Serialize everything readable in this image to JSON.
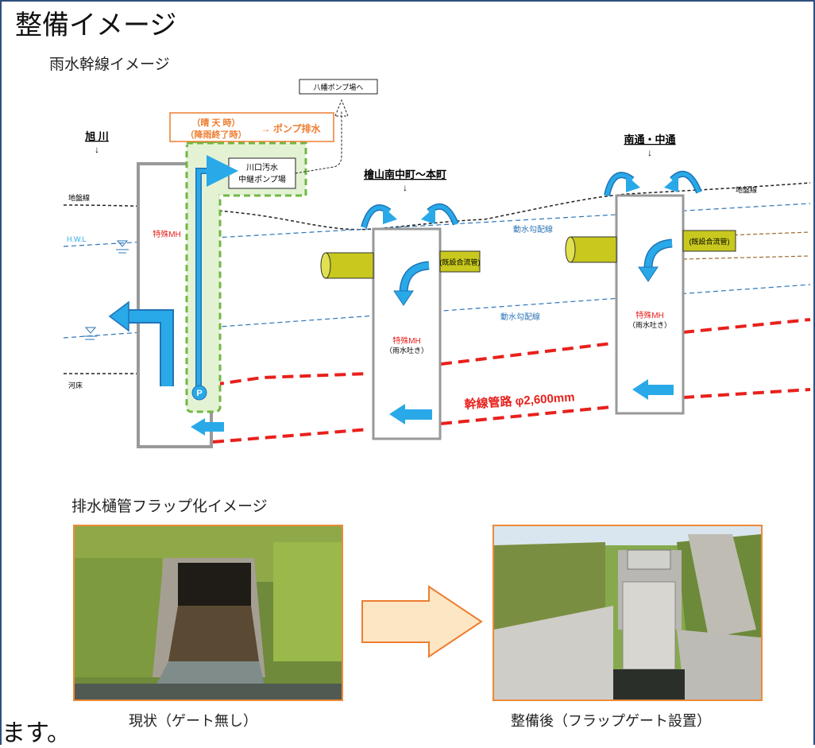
{
  "page": {
    "title": "整備イメージ",
    "subtitle_trunk": "雨水幹線イメージ",
    "subtitle_flap": "排水樋管フラップ化イメージ",
    "trailing_text": "ます。"
  },
  "diagram": {
    "pump_box_dest": "八幡ポンプ場へ",
    "mode_label_1": "（晴 天 時）",
    "mode_label_2": "（降雨終了時）",
    "mode_label_3": "→ ポンプ排水",
    "river_name": "旭 川",
    "pump_station_1": "川口汚水",
    "pump_station_2": "中継ポンプ場",
    "area_1": "檜山南中町～本町",
    "area_2": "南通・中通",
    "ground_line": "地盤線",
    "ground_line_2": "地盤線",
    "hwl": "H.W.L",
    "riverbed": "河床",
    "special_mh_1": "特殊MH",
    "special_mh_2": "特殊MH",
    "special_mh_2_sub": "（雨水吐き）",
    "special_mh_3": "特殊MH",
    "special_mh_3_sub": "（雨水吐き）",
    "existing_pipe_1": "(既設合流管)",
    "existing_pipe_2": "(既設合流管)",
    "grad_1": "動水勾配線",
    "grad_2": "動水勾配線",
    "pump_mark": "P",
    "trunk_pipe": "幹線管路 φ2,600mm",
    "colors": {
      "blue_arrow": "#29a9e8",
      "red_pipe": "#e8201c",
      "orange": "#ed7d31",
      "green": "#7ec843",
      "pipe_yellow": "#c8c81e"
    }
  },
  "photos": {
    "before_caption": "現状（ゲート無し）",
    "after_caption": "整備後（フラップゲート設置）"
  }
}
